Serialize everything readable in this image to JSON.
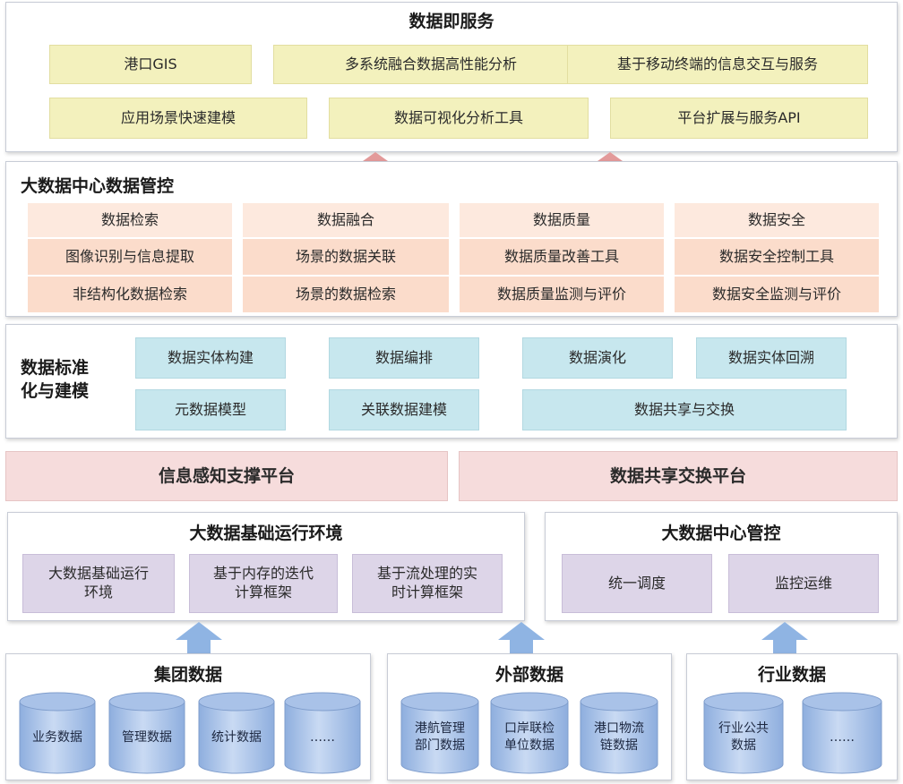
{
  "service_layer": {
    "title": "数据即服务",
    "row1": [
      "港口GIS",
      "多系统融合数据高性能分析",
      "基于移动终端的信息交互与服务"
    ],
    "row2": [
      "应用场景快速建模",
      "数据可视化分析工具",
      "平台扩展与服务API"
    ]
  },
  "governance_layer": {
    "title": "大数据中心数据管控",
    "columns": [
      {
        "head": "数据检索",
        "items": [
          "图像识别与信息提取",
          "非结构化数据检索"
        ]
      },
      {
        "head": "数据融合",
        "items": [
          "场景的数据关联",
          "场景的数据检索"
        ]
      },
      {
        "head": "数据质量",
        "items": [
          "数据质量改善工具",
          "数据质量监测与评价"
        ]
      },
      {
        "head": "数据安全",
        "items": [
          "数据安全控制工具",
          "数据安全监测与评价"
        ]
      }
    ]
  },
  "modeling_layer": {
    "title_line1": "数据标准",
    "title_line2": "化与建模",
    "row1": [
      "数据实体构建",
      "数据编排",
      "数据演化",
      "数据实体回溯"
    ],
    "row2": [
      "元数据模型",
      "关联数据建模",
      "数据共享与交换"
    ]
  },
  "platforms": [
    "信息感知支撑平台",
    "数据共享交换平台"
  ],
  "runtime_layer": {
    "title": "大数据基础运行环境",
    "items": [
      {
        "line1": "大数据基础运行",
        "line2": "环境"
      },
      {
        "line1": "基于内存的迭代",
        "line2": "计算框架"
      },
      {
        "line1": "基于流处理的实",
        "line2": "时计算框架"
      }
    ]
  },
  "control_layer": {
    "title": "大数据中心管控",
    "items": [
      "统一调度",
      "监控运维"
    ]
  },
  "sources": [
    {
      "title": "集团数据",
      "items": [
        {
          "line1": "业务数据",
          "line2": ""
        },
        {
          "line1": "管理数据",
          "line2": ""
        },
        {
          "line1": "统计数据",
          "line2": ""
        },
        {
          "line1": "……",
          "line2": ""
        }
      ]
    },
    {
      "title": "外部数据",
      "items": [
        {
          "line1": "港航管理",
          "line2": "部门数据"
        },
        {
          "line1": "口岸联检",
          "line2": "单位数据"
        },
        {
          "line1": "港口物流",
          "line2": "链数据"
        }
      ]
    },
    {
      "title": "行业数据",
      "items": [
        {
          "line1": "行业公共",
          "line2": "数据"
        },
        {
          "line1": "……",
          "line2": ""
        }
      ]
    }
  ],
  "colors": {
    "service_box": "#f3f1bd",
    "governance_box": "#fbdccb",
    "modeling_box": "#c7e7ee",
    "platform_bar": "#f6dcdc",
    "runtime_box": "#ddd5e8",
    "cylinder": "#a9c2e8",
    "arrow_up_red": "#e39a9a",
    "arrow_up_blue": "#8fb4e3"
  }
}
